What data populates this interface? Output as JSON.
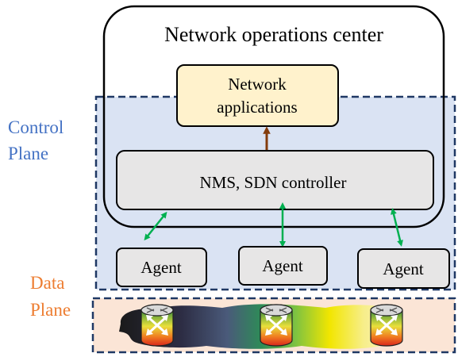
{
  "noc": {
    "title": "Network operations center"
  },
  "apps": {
    "line1": "Network",
    "line2": "applications"
  },
  "controller": {
    "label": "NMS, SDN controller"
  },
  "control_plane": {
    "line1": "Control",
    "line2": "Plane"
  },
  "data_plane": {
    "line1": "Data",
    "line2": "Plane"
  },
  "agents": [
    {
      "label": "Agent"
    },
    {
      "label": "Agent"
    },
    {
      "label": "Agent"
    }
  ],
  "colors": {
    "control_plane_fill": "#dae3f3",
    "plane_border": "#1f3864",
    "data_plane_fill": "#fbe5d6",
    "control_plane_text": "#4472c4",
    "data_plane_text": "#ed7d31",
    "apps_fill": "#fff2cc",
    "box_fill": "#e7e6e6",
    "vertical_arrow": "#843c0c",
    "agent_arrow": "#00b050"
  }
}
